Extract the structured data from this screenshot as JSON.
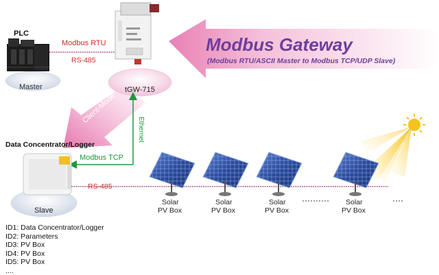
{
  "plc": {
    "title": "PLC",
    "role": "Master"
  },
  "gateway": {
    "device_name": "tGW-715"
  },
  "links": {
    "plc_protocol": "Modbus RTU",
    "plc_bus": "RS-485",
    "concentrator_protocol": "Modbus TCP",
    "network": "Ethernet",
    "client_mode": "Client-Mode",
    "slave_bus": "RS-485"
  },
  "banner": {
    "title": "Modbus Gateway",
    "subtitle": "(Modbus RTU/ASCII Master to Modbus TCP/UDP Slave)"
  },
  "concentrator": {
    "title": "Data Concentrator/Logger",
    "role": "Slave"
  },
  "pv_boxes": [
    {
      "label_line1": "Solar",
      "label_line2": "PV Box"
    },
    {
      "label_line1": "Solar",
      "label_line2": "PV Box"
    },
    {
      "label_line1": "Solar",
      "label_line2": "PV Box"
    },
    {
      "label_line1": "Solar",
      "label_line2": "PV Box"
    }
  ],
  "id_list": [
    "ID1: Data Concentrator/Logger",
    "ID2: Parameters",
    "ID3: PV Box",
    "ID4: PV Box",
    "ID5: PV Box",
    "...."
  ],
  "colors": {
    "accent_pink": "#e0569c",
    "protocol_red": "#d22a2a",
    "ethernet_green": "#1a9a3a",
    "banner_purple": "#6e3f9a",
    "sun_yellow": "#f6c21d",
    "panel_blue": "#2e4f9a"
  }
}
